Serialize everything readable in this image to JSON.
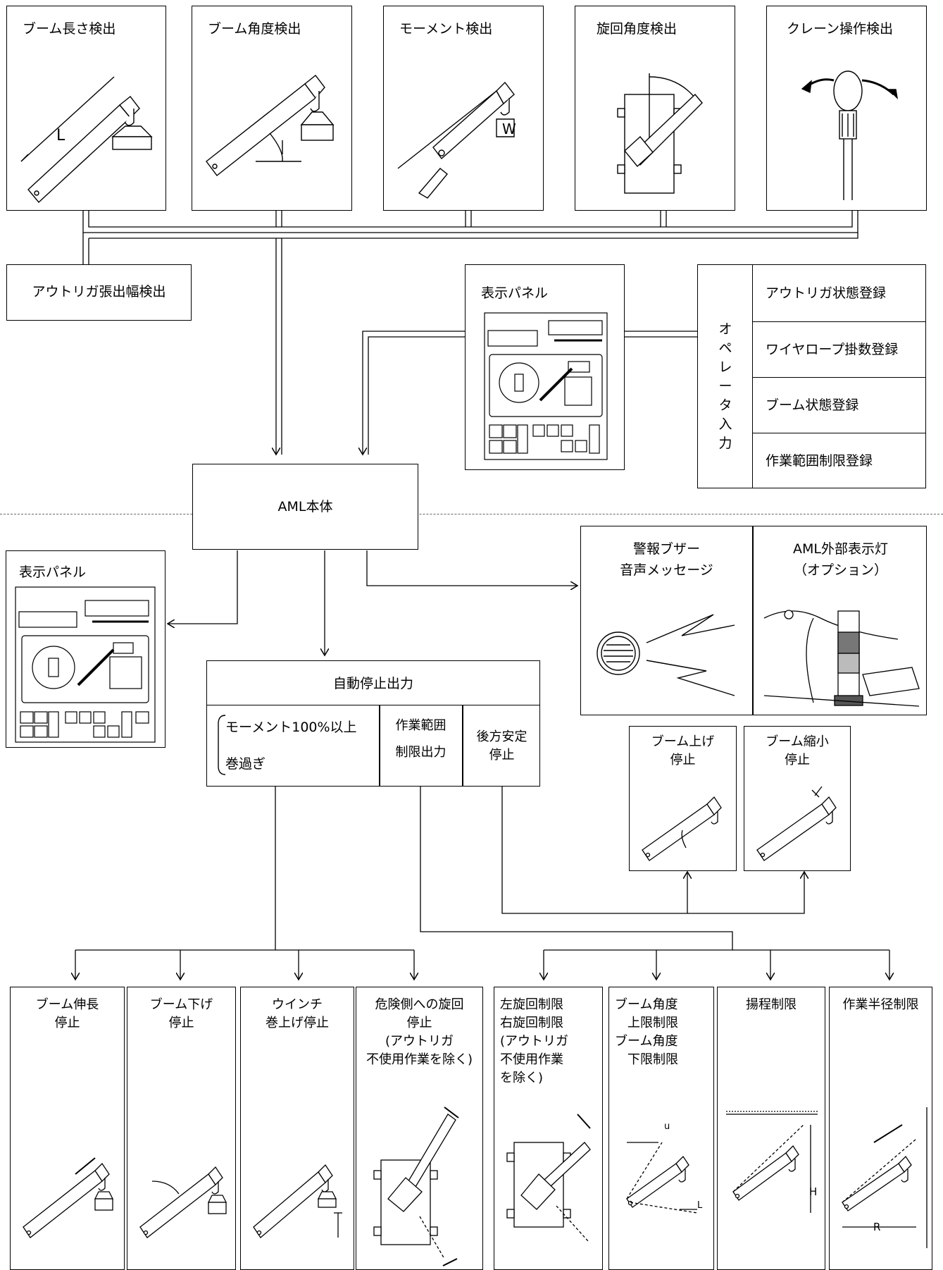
{
  "sensors": {
    "boom_length": "ブーム長さ検出",
    "boom_angle": "ブーム角度検出",
    "moment": "モーメント検出",
    "swing_angle": "旋回角度検出",
    "crane_operation": "クレーン操作検出",
    "outrigger_width": "アウトリガ張出幅検出",
    "length_mark": "L",
    "weight_mark": "W"
  },
  "display_panel_top": {
    "title": "表示パネル"
  },
  "operator_input": {
    "title": "オペレータ入力",
    "items": [
      "アウトリガ状態登録",
      "ワイヤロープ掛数登録",
      "ブーム状態登録",
      "作業範囲制限登録"
    ]
  },
  "aml_main": "AML本体",
  "display_panel_left": {
    "title": "表示パネル"
  },
  "alarm": {
    "line1": "警報ブザー",
    "line2": "音声メッセージ"
  },
  "external_lamp": {
    "line1": "AML外部表示灯",
    "line2": "（オプション）"
  },
  "auto_stop": {
    "title": "自動停止出力",
    "moment": "モーメント100%以上",
    "overwind": "巻過ぎ",
    "work_range_1": "作業範囲",
    "work_range_2": "制限出力",
    "rear_1": "後方安定",
    "rear_2": "停止"
  },
  "rear_outputs": [
    {
      "l1": "ブーム上げ",
      "l2": "停止"
    },
    {
      "l1": "ブーム縮小",
      "l2": "停止"
    }
  ],
  "bottom_outputs": [
    {
      "lines": [
        "ブーム伸長",
        "停止"
      ]
    },
    {
      "lines": [
        "ブーム下げ",
        "停止"
      ]
    },
    {
      "lines": [
        "ウインチ",
        "巻上げ停止"
      ]
    },
    {
      "lines": [
        "危険側への旋回",
        "停止",
        "(アウトリガ",
        "不使用作業を除く)"
      ]
    },
    {
      "lines": [
        "左旋回制限",
        "右旋回制限",
        "(アウトリガ",
        "不使用作業",
        "を除く)"
      ]
    },
    {
      "lines": [
        "ブーム角度",
        "　上限制限",
        "ブーム角度",
        "　下限制限"
      ]
    },
    {
      "lines": [
        "揚程制限"
      ]
    },
    {
      "lines": [
        "作業半径制限"
      ]
    }
  ],
  "marks": {
    "u": "u",
    "l": "L",
    "h": "H",
    "r": "R"
  }
}
